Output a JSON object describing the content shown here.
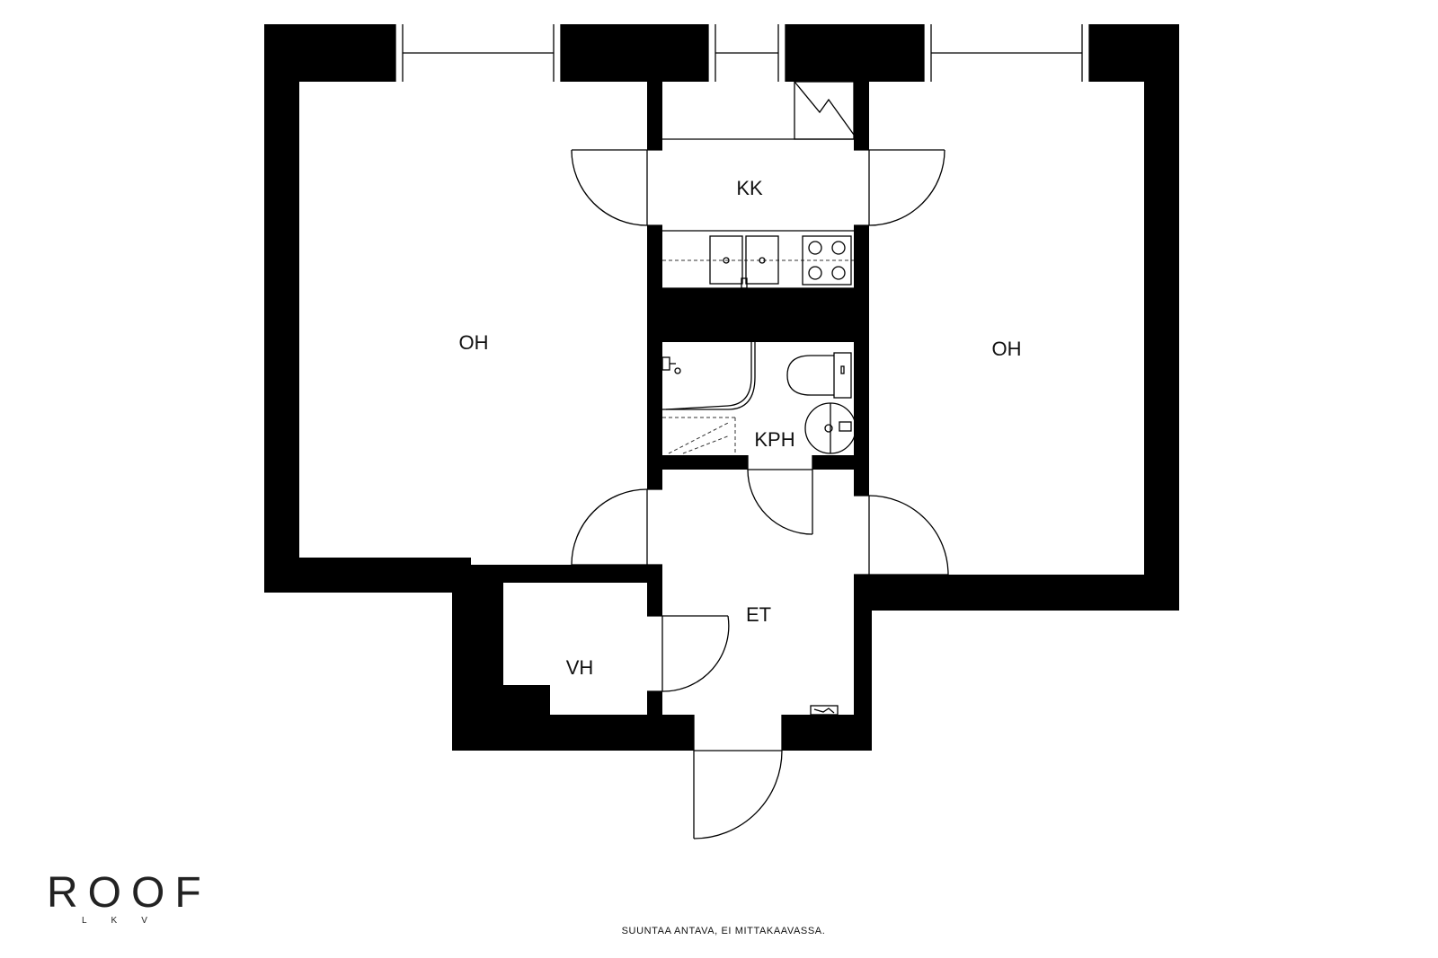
{
  "rooms": {
    "oh_left": "OH",
    "oh_right": "OH",
    "kk": "KK",
    "kph": "KPH",
    "et": "ET",
    "vh": "VH"
  },
  "branding": {
    "logo_word": "ROOF",
    "logo_sub": "LKV"
  },
  "note": "SUUNTAA ANTAVA, EI MITTAKAAVASSA.",
  "colors": {
    "wall": "#000000",
    "background": "#ffffff"
  }
}
